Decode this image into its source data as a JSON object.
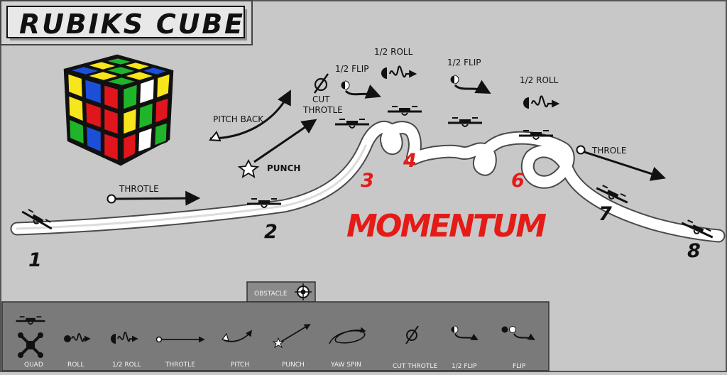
{
  "title": "RUBIKS CUBE",
  "headline": "MOMENTUM",
  "path_labels": {
    "throttle_1": "THROTLE",
    "pitch_back": "PITCH BACK",
    "punch": "PUNCH",
    "cut_throttle_line1": "CUT",
    "cut_throttle_line2": "THROTLE",
    "half_flip_1": "1/2 FLIP",
    "half_roll_1": "1/2 ROLL",
    "half_flip_2": "1/2 FLIP",
    "half_roll_2": "1/2 ROLL",
    "throttle_2": "THROLE"
  },
  "steps": [
    "1",
    "2",
    "3",
    "4",
    "6",
    "7",
    "8"
  ],
  "legend": {
    "obstacle_tab": "OBSTACLE",
    "items": [
      "QUAD",
      "ROLL",
      "1/2 ROLL",
      "THROTLE",
      "PITCH",
      "PUNCH",
      "YAW SPIN",
      "CUT THROTLE",
      "1/2 FLIP",
      "FLIP"
    ]
  },
  "colors": {
    "background": "#c8c8c8",
    "accent_red": "#e41b17",
    "legend_bg": "#7a7a7a",
    "path": "#ffffff",
    "cube_red": "#e0161c",
    "cube_blue": "#1c4fd8",
    "cube_green": "#1fb52a",
    "cube_yellow": "#f7e61b",
    "cube_white": "#ffffff"
  }
}
